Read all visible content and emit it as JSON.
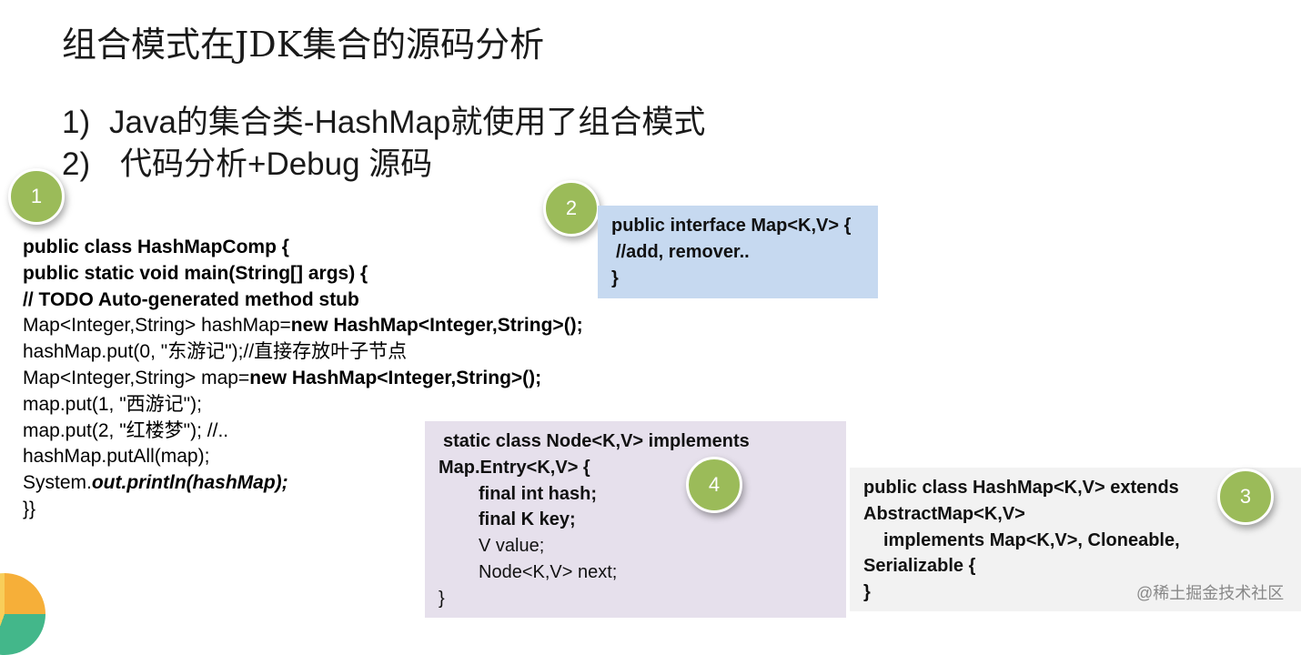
{
  "slide": {
    "title": "组合模式在JDK集合的源码分析",
    "points": [
      {
        "num": "1)",
        "text": "Java的集合类-HashMap就使用了组合模式"
      },
      {
        "num": "2)",
        "text": "代码分析+Debug 源码"
      }
    ]
  },
  "badges": {
    "b1": "1",
    "b2": "2",
    "b3": "3",
    "b4": "4"
  },
  "code": {
    "l1": "public class HashMapComp {",
    "l2": "public static void main(String[] args) {",
    "l3": "// TODO Auto-generated method stub",
    "l4a": "Map<Integer,String> hashMap=",
    "l4b": "new HashMap<Integer,String>();",
    "l5": "hashMap.put(0, \"东游记\");//直接存放叶子节点",
    "l6a": "Map<Integer,String> map=",
    "l6b": "new HashMap<Integer,String>();",
    "l7": "map.put(1, \"西游记\");",
    "l8": "map.put(2, \"红楼梦\"); //..",
    "l9": "hashMap.putAll(map);",
    "l10a": "System.",
    "l10b": "out.println(hashMap);",
    "l11": "}}"
  },
  "map_box": {
    "l1": "public interface Map<K,V> {",
    "l2": "//add, remover..",
    "l3": "}"
  },
  "node_box": {
    "l1": "static class Node<K,V> implements",
    "l2": "Map.Entry<K,V> {",
    "l3": "final int hash;",
    "l4": "final K key;",
    "l5": "V value;",
    "l6": "Node<K,V> next;",
    "l7": "}"
  },
  "hashmap_box": {
    "l1": "public class HashMap<K,V> extends",
    "l2": "AbstractMap<K,V>",
    "l3": "implements Map<K,V>, Cloneable,",
    "l4": "Serializable {",
    "l5": "}"
  },
  "watermark": "@稀土掘金技术社区",
  "colors": {
    "badge": "#9bbb59",
    "map_box": "#c6d9f0",
    "node_box": "#e6e0ec",
    "hashmap_box": "#f2f2f2"
  }
}
